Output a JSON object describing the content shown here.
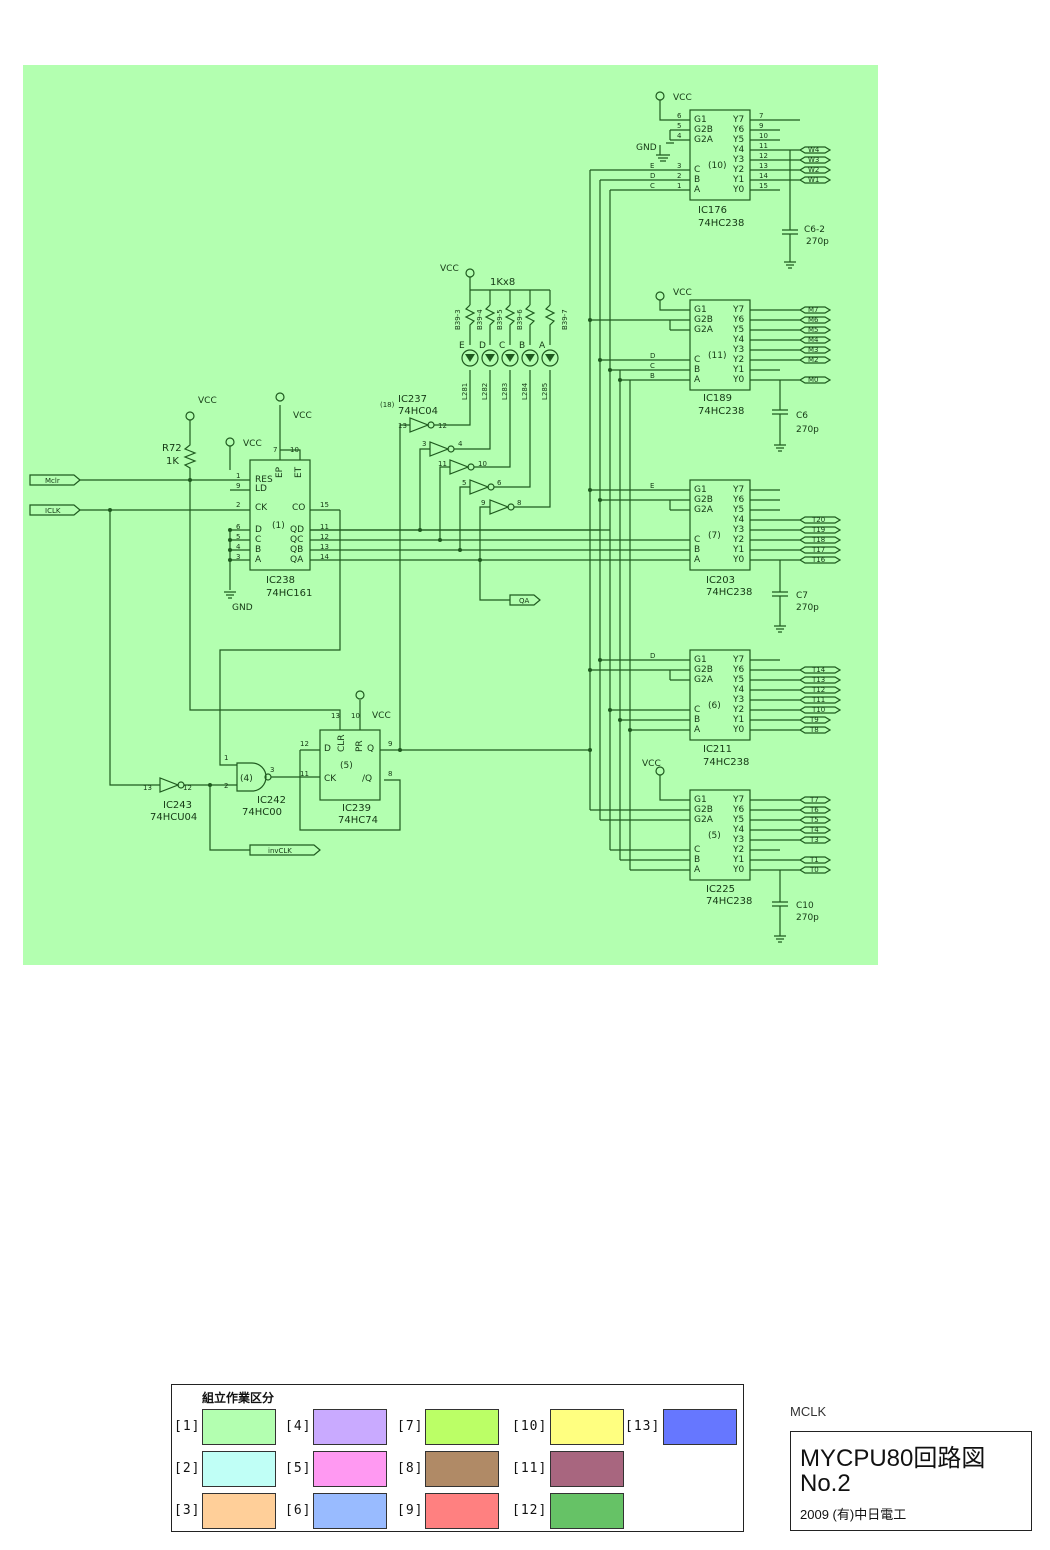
{
  "diagram": {
    "background_color": "#b3ffb0",
    "ic238": {
      "name": "IC238",
      "part": "74HC161",
      "unit": "(1)",
      "pins_left": [
        "RES",
        "LD",
        "CK",
        "D",
        "C",
        "B",
        "A"
      ],
      "pins_right": [
        "CO",
        "QD",
        "QC",
        "QB",
        "QA"
      ],
      "pins_top": [
        "EP",
        "ET"
      ],
      "pin_nums_left": [
        "1",
        "9",
        "2",
        "6",
        "5",
        "4",
        "3"
      ],
      "pin_nums_right": [
        "15",
        "11",
        "12",
        "13",
        "14"
      ],
      "pin_nums_top": [
        "7",
        "10"
      ]
    },
    "ic237": {
      "name": "IC237",
      "part": "74HC04",
      "unit": "(18)",
      "gate_pins": [
        [
          "13",
          "12"
        ],
        [
          "3",
          "4"
        ],
        [
          "11",
          "10"
        ],
        [
          "5",
          "6"
        ],
        [
          "9",
          "8"
        ]
      ]
    },
    "ic243": {
      "name": "IC243",
      "part": "74HCU04",
      "pins": [
        "13",
        "12"
      ]
    },
    "ic242": {
      "name": "IC242",
      "part": "74HC00",
      "unit": "(4)",
      "pins": [
        "1",
        "2",
        "3"
      ]
    },
    "ic239": {
      "name": "IC239",
      "part": "74HC74",
      "unit": "(5)",
      "pins": [
        "D",
        "CK",
        "CLR",
        "PR",
        "Q",
        "/Q"
      ],
      "pin_nums": [
        "12",
        "11",
        "13",
        "10",
        "9",
        "8"
      ]
    },
    "r72": {
      "name": "R72",
      "value": "1K"
    },
    "resnet": {
      "label": "1Kx8",
      "names": [
        "B39-3",
        "B39-4",
        "B39-5",
        "B39-6",
        "B39-7"
      ]
    },
    "leds": {
      "letters": [
        "E",
        "D",
        "C",
        "B",
        "A"
      ],
      "names": [
        "L281",
        "L282",
        "L283",
        "L284",
        "L285"
      ]
    },
    "power": {
      "vcc": "VCC",
      "gnd": "GND"
    },
    "signals": {
      "mclr": "Mclr",
      "iclk": "ICLK",
      "qa": "QA",
      "invclk": "invCLK"
    },
    "decoder_part": "74HC238",
    "decoder_pins_left": [
      "G1",
      "G2B",
      "G2A",
      "C",
      "B",
      "A"
    ],
    "decoder_pins_right": [
      "Y7",
      "Y6",
      "Y5",
      "Y4",
      "Y3",
      "Y2",
      "Y1",
      "Y0"
    ],
    "decoder_pin_nums_left": [
      "6",
      "5",
      "4",
      "3",
      "2",
      "1"
    ],
    "decoder_pin_nums_right": [
      "7",
      "9",
      "10",
      "11",
      "12",
      "13",
      "14",
      "15"
    ],
    "decoders": [
      {
        "name": "IC176",
        "unit": "(10)",
        "outputs": [
          "W4",
          "W3",
          "W2",
          "W1"
        ],
        "cap": "C6-2",
        "cap_val": "270p",
        "in_letters": [
          "E",
          "D",
          "C"
        ]
      },
      {
        "name": "IC189",
        "unit": "(11)",
        "outputs": [
          "M7",
          "M6",
          "M5",
          "M4",
          "M3",
          "M2",
          "M0"
        ],
        "cap": "C6",
        "cap_val": "270p",
        "in_letters": [
          "D",
          "C",
          "B"
        ]
      },
      {
        "name": "IC203",
        "unit": "(7)",
        "outputs": [
          "T20",
          "T19",
          "T18",
          "T17",
          "T16"
        ],
        "cap": "C7",
        "cap_val": "270p",
        "in_letters": [
          "E"
        ]
      },
      {
        "name": "IC211",
        "unit": "(6)",
        "outputs": [
          "T14",
          "T13",
          "T12",
          "T11",
          "T10",
          "T9",
          "T8"
        ],
        "in_letters": [
          "D"
        ]
      },
      {
        "name": "IC225",
        "unit": "(5)",
        "outputs": [
          "T7",
          "T6",
          "T5",
          "T4",
          "T3",
          "T1",
          "T0"
        ],
        "cap": "C10",
        "cap_val": "270p",
        "in_letters": []
      }
    ]
  },
  "legend": {
    "title": "組立作業区分",
    "items": [
      {
        "label": "[1]",
        "color": "#b3ffb0"
      },
      {
        "label": "[2]",
        "color": "#c0fff6"
      },
      {
        "label": "[3]",
        "color": "#ffcf99"
      },
      {
        "label": "[4]",
        "color": "#c9aaff"
      },
      {
        "label": "[5]",
        "color": "#ff99f2"
      },
      {
        "label": "[6]",
        "color": "#99bbff"
      },
      {
        "label": "[7]",
        "color": "#bbff66"
      },
      {
        "label": "[8]",
        "color": "#b08a66"
      },
      {
        "label": "[9]",
        "color": "#ff8080"
      },
      {
        "label": "[10]",
        "color": "#ffff80"
      },
      {
        "label": "[11]",
        "color": "#a8667f"
      },
      {
        "label": "[12]",
        "color": "#66c266"
      },
      {
        "label": "[13]",
        "color": "#6677ff"
      }
    ]
  },
  "sheet_tag": "MCLK",
  "title_block": {
    "line1": "MYCPU80回路図",
    "line2": "No.2",
    "line3": "2009 (有)中日電工"
  }
}
